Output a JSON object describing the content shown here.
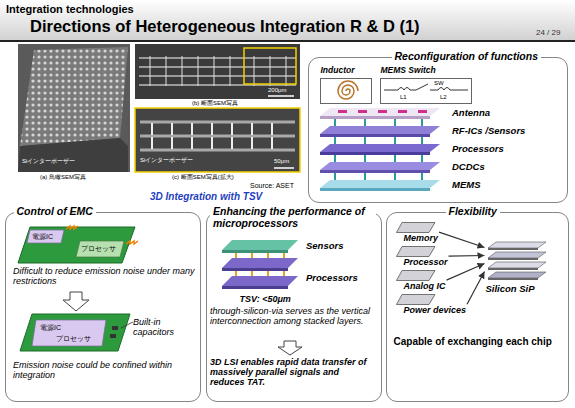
{
  "diagram": {
    "title": "Directions of Heterogeneous Integration R & D (1)",
    "caption": "3D Integration with TSV",
    "nodes": [
      {
        "text": [
          "Reconfiguration of functions"
        ]
      },
      {
        "text": [
          "Inductor"
        ],
        "in": 0
      },
      {
        "text": [
          "MEMS Switch"
        ],
        "in": 0
      },
      {
        "text": [
          "Control of EMC",
          "Difficult to reduce emission noise under many restrictions",
          "Built-in capacitors",
          "Emission noise could be confined within integration"
        ]
      },
      {
        "text": [
          "Enhancing the performance of microprocessors",
          "TSV: <50μm",
          "through-silicon-via serves as the vertical interconnection among stacked layers.",
          "3D LSI enables rapid data transfer of massively parallel signals and reduces TAT."
        ]
      },
      {
        "text": [
          "Flexibility",
          "Capable of exchanging each chip"
        ]
      },
      {
        "text": [
          "Memory"
        ],
        "in": 5
      },
      {
        "text": [
          "Processor"
        ],
        "in": 5
      },
      {
        "text": [
          "Analog IC"
        ],
        "in": 5
      },
      {
        "text": [
          "Power devices"
        ],
        "in": 5
      },
      {
        "text": [
          "Silicon SiP"
        ],
        "in": 5
      }
    ],
    "edges": [
      {
        "from": 6,
        "to": 10,
        "arrow": "to"
      },
      {
        "from": 7,
        "to": 10,
        "arrow": "to"
      },
      {
        "from": 8,
        "to": 10,
        "arrow": "to"
      },
      {
        "from": 9,
        "to": 10,
        "arrow": "to"
      }
    ],
    "labels": [
      "Integration technologies",
      "24 / 29",
      "(a) 鳥瞰SEM写真",
      "(b) 断面SEM写真",
      "(c) 断面SEM写真(拡大)",
      "Siインターポーザー",
      "Siインターポーザー",
      "200μm",
      "50μm",
      "Source: ASET",
      "SW",
      "L1",
      "L2",
      "Antenna",
      "RF-ICs /Sensors",
      "Processors",
      "DCDCs",
      "MEMS",
      "電源IC",
      "プロセッサ",
      "電源IC",
      "プロセッサ",
      "Sensors",
      "Processors"
    ]
  }
}
